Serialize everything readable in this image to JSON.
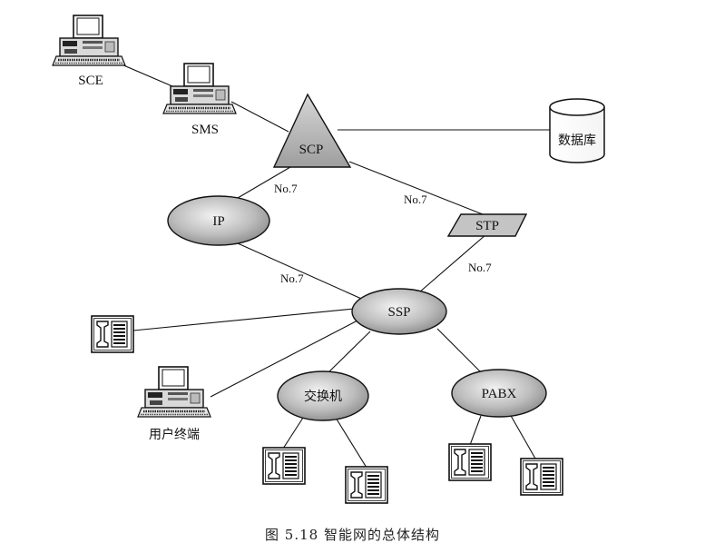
{
  "nodes": {
    "sce": "SCE",
    "sms": "SMS",
    "scp": "SCP",
    "database": "数据库",
    "ip": "IP",
    "stp": "STP",
    "ssp": "SSP",
    "switch": "交换机",
    "pabx": "PABX",
    "user_terminal": "用户终端"
  },
  "link_labels": {
    "scp_ip": "No.7",
    "scp_stp": "No.7",
    "ip_ssp": "No.7",
    "stp_ssp": "No.7"
  },
  "caption": "图 5.18   智能网的总体结构"
}
